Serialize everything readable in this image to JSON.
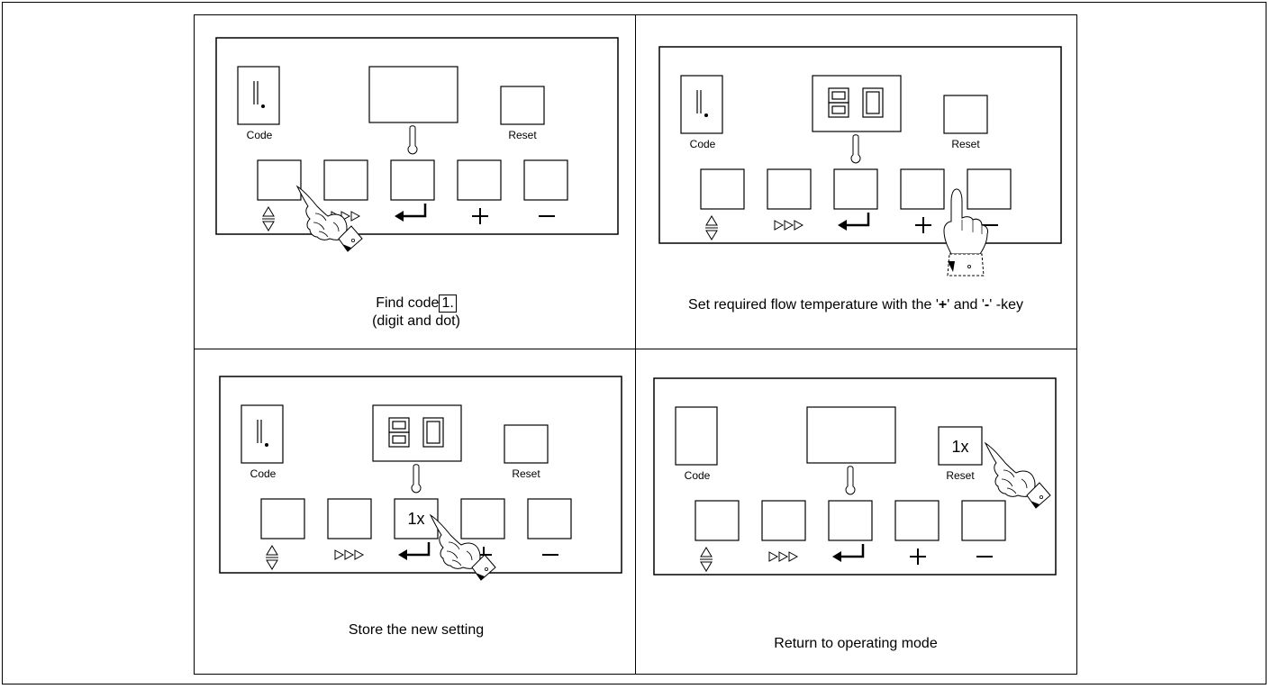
{
  "labels": {
    "code": "Code",
    "reset": "Reset",
    "press_once": "1x"
  },
  "captions": {
    "step1_line1_prefix": "Find code",
    "step1_code_value": "1.",
    "step1_line2": "(digit and dot)",
    "step2_prefix": "Set required flow temperature with the '",
    "step2_plus": "+",
    "step2_middle": "' and '",
    "step2_minus": "-",
    "step2_suffix": "' -key",
    "step3": "Store the new setting",
    "step4": "Return to operating mode"
  },
  "display": {
    "code_digit": "1.",
    "temperature_value": "80"
  },
  "icons": {
    "arrows": "up-down-arrows-icon",
    "next": "triple-triangle-icon",
    "enter": "enter-arrow-icon",
    "plus": "plus-icon",
    "minus": "minus-icon",
    "thermometer": "thermometer-icon",
    "hand": "pointing-hand-icon"
  }
}
